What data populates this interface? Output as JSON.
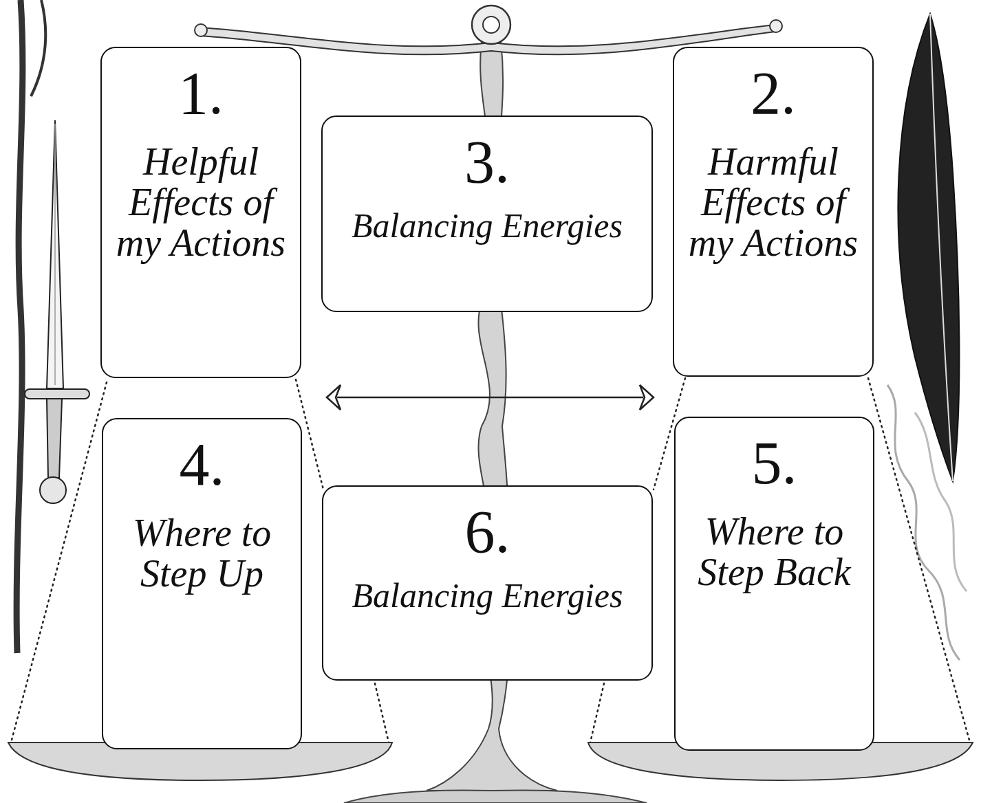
{
  "diagram": {
    "nodes": [
      {
        "text": [
          "1.",
          "Helpful Effects of my Actions"
        ]
      },
      {
        "text": [
          "2.",
          "Harmful Effects of my Actions"
        ]
      },
      {
        "text": [
          "3.",
          "Balancing Energies"
        ]
      },
      {
        "text": [
          "4.",
          "Where to Step Up"
        ]
      },
      {
        "text": [
          "5.",
          "Where to Step Back"
        ]
      },
      {
        "text": [
          "6.",
          "Balancing Energies"
        ]
      }
    ]
  }
}
